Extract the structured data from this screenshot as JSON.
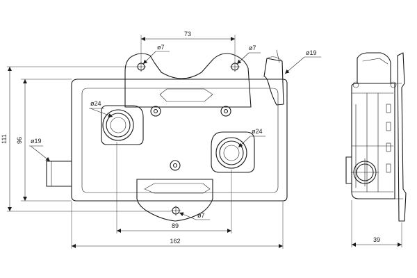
{
  "figure": {
    "colors": {
      "line": "#1a1a1a",
      "background": "#ffffff"
    },
    "dimensions": {
      "top_spacing": "73",
      "bottom_spacing": "89",
      "overall_width": "162",
      "overall_height": "111",
      "inner_height": "96",
      "side_depth": "39"
    },
    "callouts": {
      "hole_top_left": "ø7",
      "hole_top_right": "ø7",
      "pipe_top": "ø19",
      "port_left": "ø24",
      "port_right": "ø24",
      "pipe_left": "ø19",
      "hole_bottom": "ø7"
    }
  }
}
